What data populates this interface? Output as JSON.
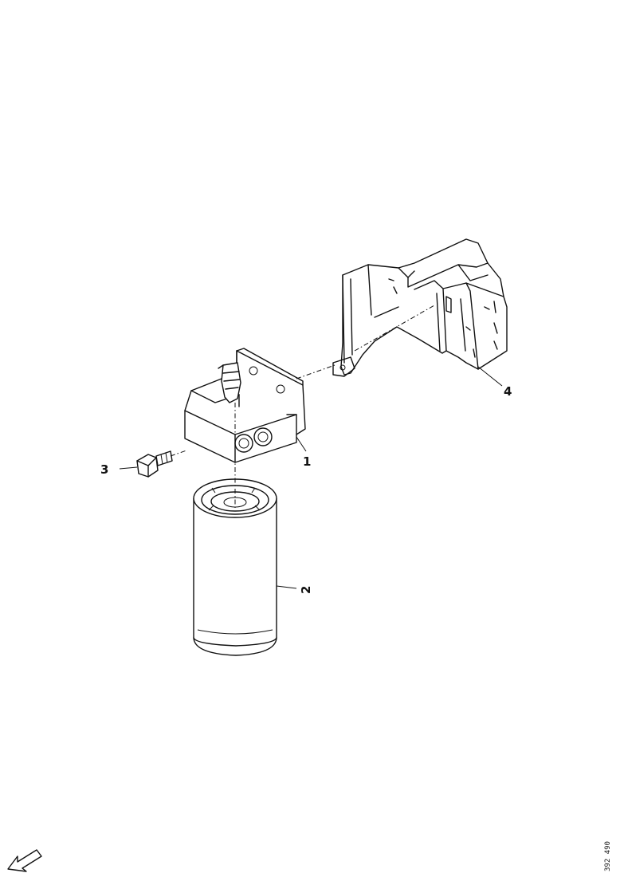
{
  "callouts": {
    "c1": "1",
    "c2": "2",
    "c3": "3",
    "c4": "4"
  },
  "drawing_code": "392 490",
  "colors": {
    "line": "#111111",
    "background": "#ffffff"
  },
  "icons": {
    "orientation_arrow": "arrow-down-left-icon"
  }
}
